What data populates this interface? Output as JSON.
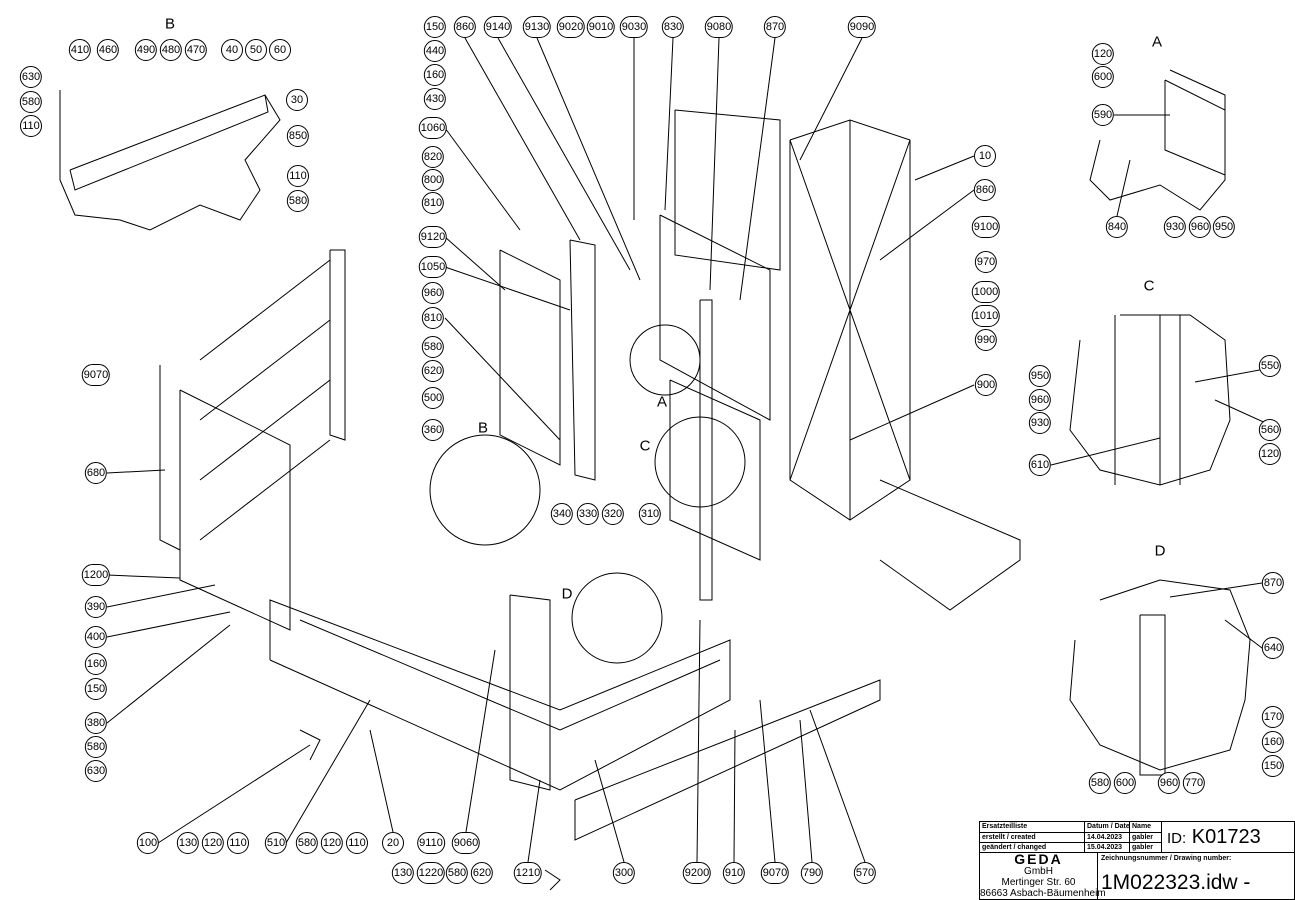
{
  "detail_labels": [
    "B",
    "A",
    "C",
    "D",
    "B",
    "A",
    "C",
    "D"
  ],
  "balloons": [
    "410",
    "460",
    "490",
    "480",
    "470",
    "40",
    "50",
    "60",
    "630",
    "580",
    "110",
    "30",
    "850",
    "110",
    "580",
    "150",
    "440",
    "160",
    "430",
    "1060",
    "820",
    "800",
    "810",
    "9120",
    "1050",
    "960",
    "810",
    "580",
    "620",
    "500",
    "360",
    "860",
    "9140",
    "9130",
    "9020",
    "9010",
    "9030",
    "830",
    "9080",
    "870",
    "9090",
    "10",
    "860",
    "9100",
    "970",
    "1000",
    "1010",
    "990",
    "900",
    "120",
    "600",
    "590",
    "840",
    "930",
    "960",
    "950",
    "950",
    "960",
    "930",
    "610",
    "550",
    "560",
    "120",
    "870",
    "640",
    "170",
    "160",
    "150",
    "580",
    "600",
    "960",
    "770",
    "9070",
    "680",
    "1200",
    "390",
    "400",
    "160",
    "150",
    "380",
    "580",
    "630",
    "340",
    "330",
    "320",
    "310",
    "100",
    "130",
    "120",
    "110",
    "510",
    "580",
    "120",
    "110",
    "20",
    "9110",
    "9060",
    "1210",
    "300",
    "130",
    "1220",
    "580",
    "620",
    "9200",
    "910",
    "9070",
    "790",
    "570"
  ],
  "title_block": {
    "h1": "Ersatzteilliste",
    "h2": "Datum / Date",
    "h3": "Name",
    "r1a": "erstellt / created",
    "r1b": "14.04.2023",
    "r1c": "gabler",
    "r2a": "geändert / changed",
    "r2b": "15.04.2023",
    "r2c": "gabler",
    "id_label": "ID:",
    "id": "K01723",
    "logo": "GEDA",
    "company": "GmbH",
    "street": "Mertinger Str. 60",
    "city": "86663 Asbach-Bäumenheim",
    "dn_label": "Zeichnungsnummer / Drawing number:",
    "drawing_number": "1M022323.idw -"
  }
}
